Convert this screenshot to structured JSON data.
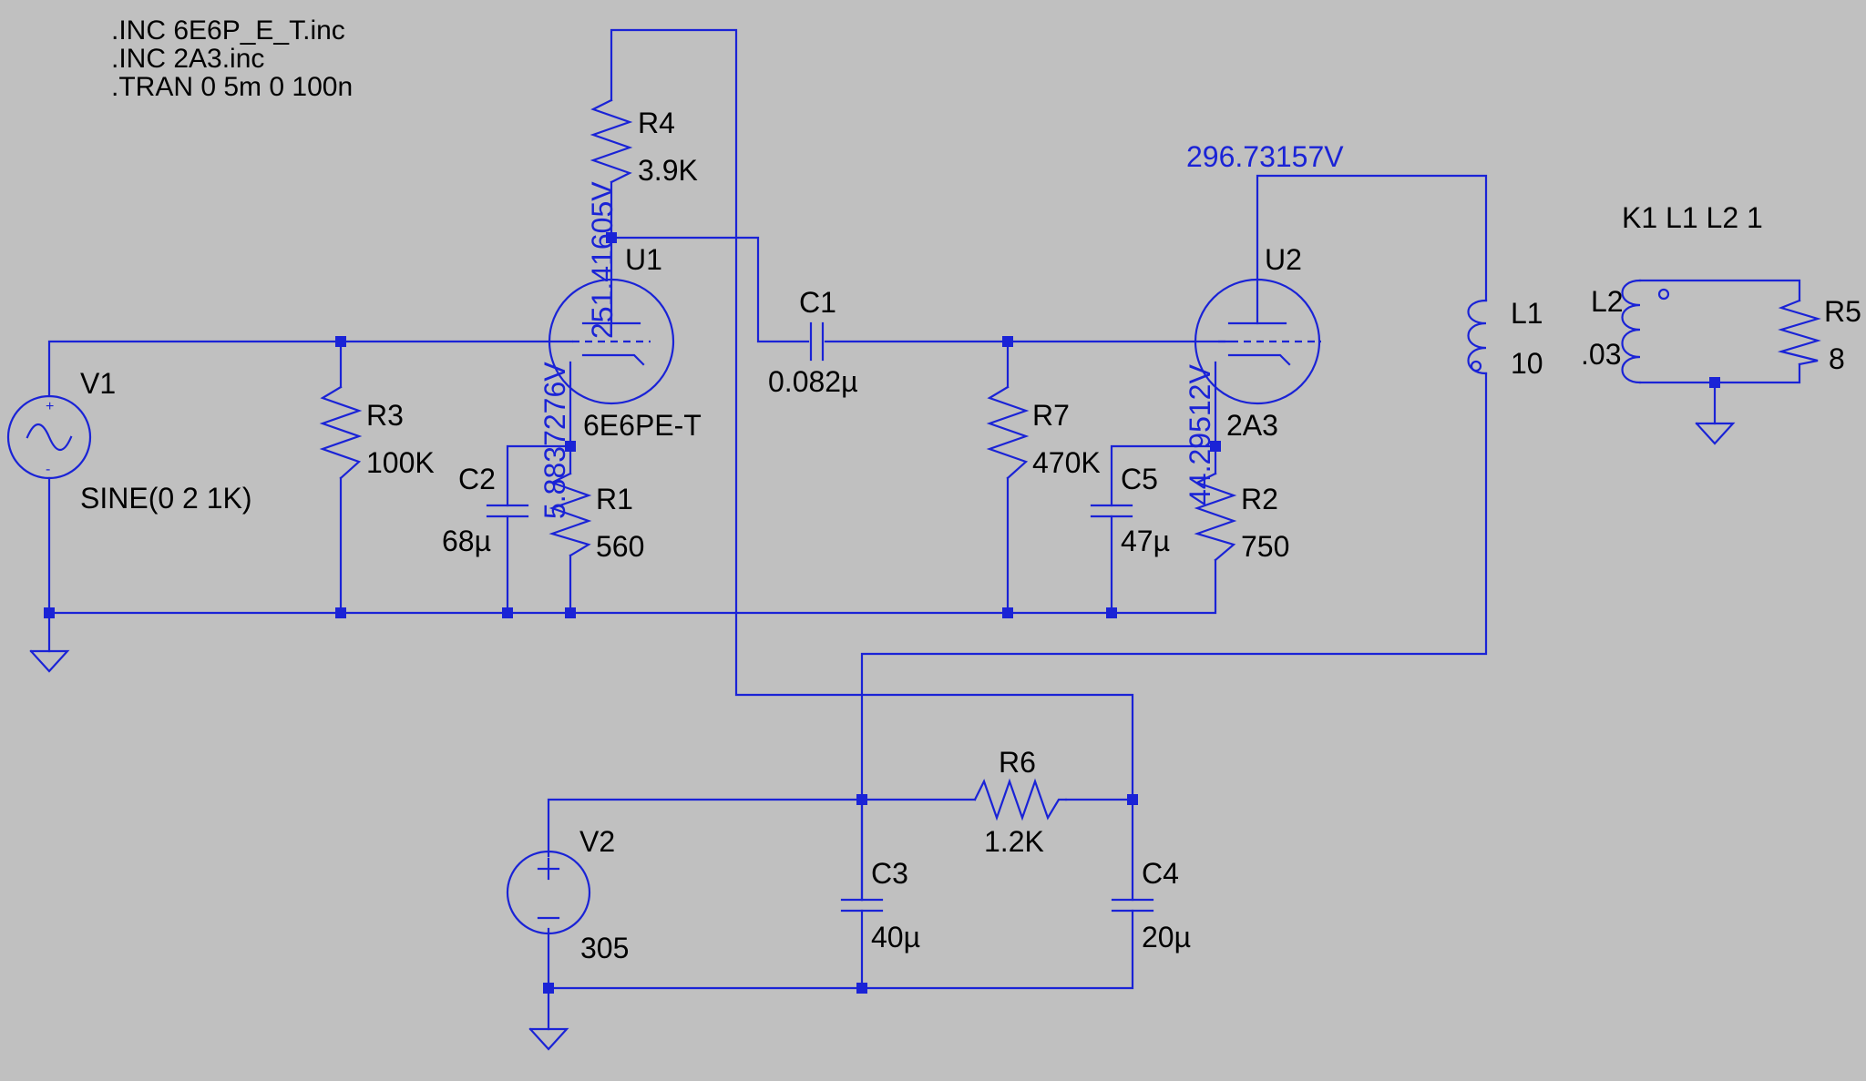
{
  "directives": [
    ".INC 6E6P_E_T.inc",
    ".INC 2A3.inc",
    ".TRAN 0 5m 0 100n"
  ],
  "components": {
    "v1": {
      "name": "V1",
      "value": "SINE(0 2 1K)"
    },
    "r3": {
      "name": "R3",
      "value": "100K"
    },
    "c2": {
      "name": "C2",
      "value": "68µ"
    },
    "r1": {
      "name": "R1",
      "value": "560"
    },
    "r4": {
      "name": "R4",
      "value": "3.9K"
    },
    "u1": {
      "name": "U1",
      "value": "6E6PE-T"
    },
    "c1": {
      "name": "C1",
      "value": "0.082µ"
    },
    "r7": {
      "name": "R7",
      "value": "470K"
    },
    "c5": {
      "name": "C5",
      "value": "47µ"
    },
    "u2": {
      "name": "U2",
      "value": "2A3"
    },
    "r2": {
      "name": "R2",
      "value": "750"
    },
    "l1": {
      "name": "L1",
      "value": "10"
    },
    "l2": {
      "name": "L2",
      "value": ".03"
    },
    "r5": {
      "name": "R5",
      "value": "8"
    },
    "r6": {
      "name": "R6",
      "value": "1.2K"
    },
    "v2": {
      "name": "V2",
      "value": "305"
    },
    "c3": {
      "name": "C3",
      "value": "40µ"
    },
    "c4": {
      "name": "C4",
      "value": "20µ"
    }
  },
  "coupling": "K1 L1 L2 1",
  "voltages": {
    "u1_plate": "251.41605V",
    "u1_cathode": "5.8837276V",
    "u2_plate": "296.73157V",
    "u2_cathode": "44.29512V"
  },
  "colors": {
    "wire": "#1a23d6",
    "background": "#c0c0c0",
    "text": "#000000"
  }
}
